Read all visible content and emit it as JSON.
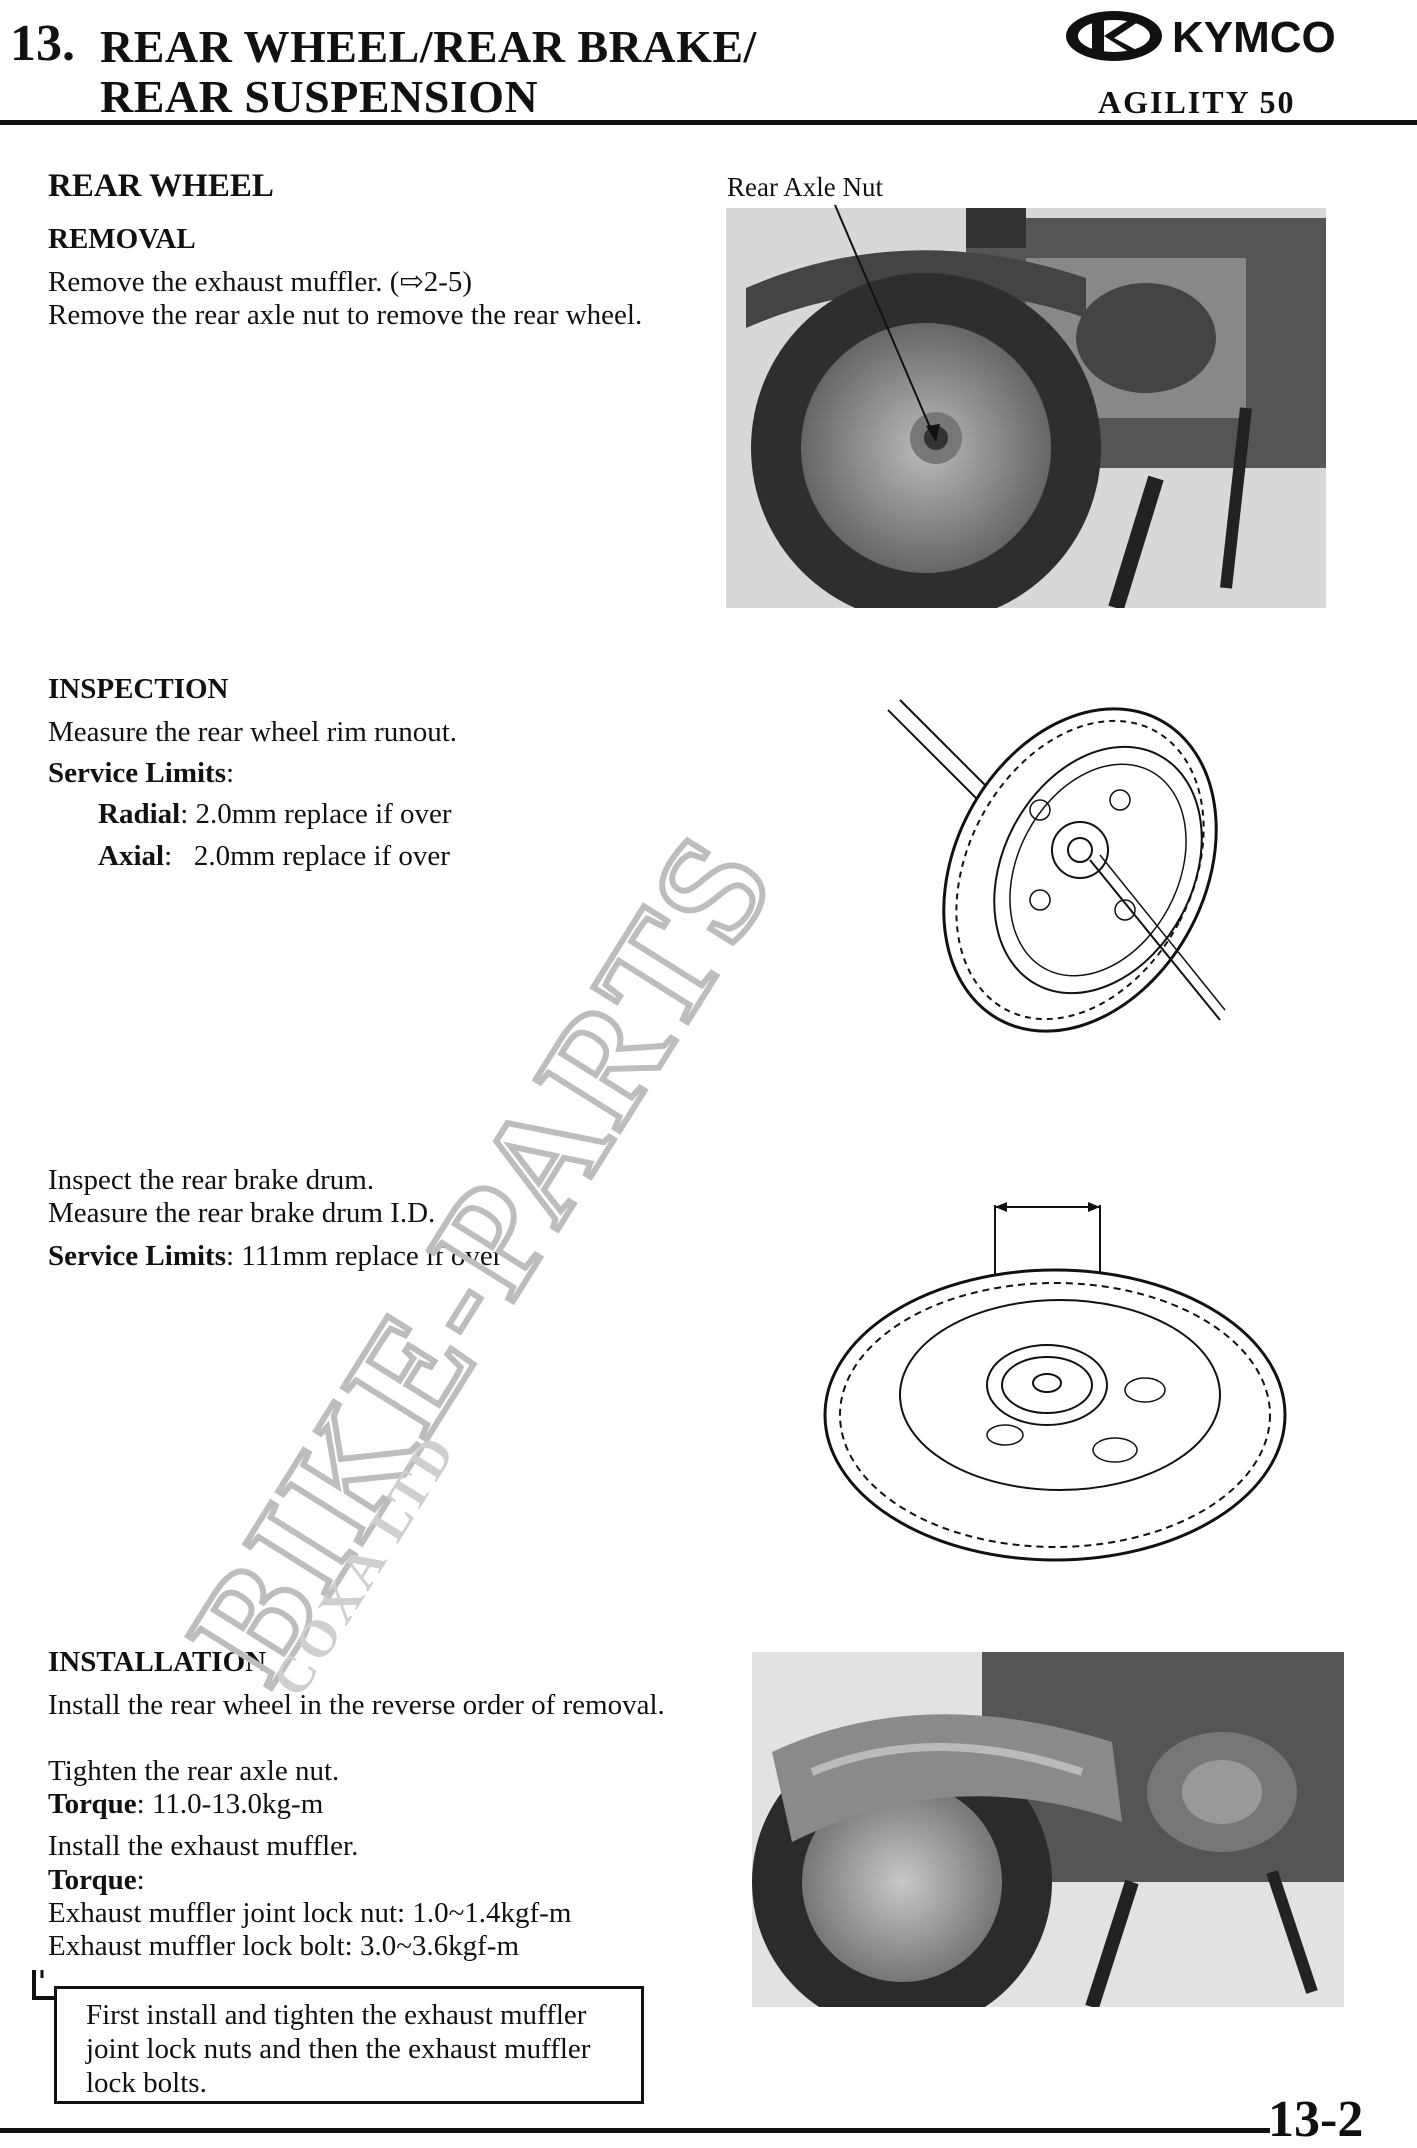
{
  "header": {
    "chapter_number": "13.",
    "title_line1": "REAR WHEEL/REAR BRAKE/",
    "title_line2": "REAR SUSPENSION",
    "brand": "KYMCO",
    "model": "AGILITY 50"
  },
  "rear_wheel": {
    "heading": "REAR WHEEL",
    "removal": {
      "heading": "REMOVAL",
      "line1": "Remove the exhaust muffler. (⇨2-5)",
      "line2": "Remove the rear axle nut to remove the rear wheel."
    },
    "figure_label": "Rear Axle Nut"
  },
  "inspection": {
    "heading": "INSPECTION",
    "line1": "Measure the rear wheel rim runout.",
    "service_limits_label": "Service Limits",
    "radial_label": "Radial",
    "radial_value": "2.0mm replace if over",
    "axial_label": "Axial",
    "axial_value": "2.0mm replace if over",
    "drum_line1": "Inspect the rear brake drum.",
    "drum_line2": "Measure the rear brake drum I.D.",
    "drum_limit_label": "Service Limits",
    "drum_limit_value": ": 111mm replace if over"
  },
  "installation": {
    "heading": "INSTALLATION",
    "line1": "Install the rear wheel in the reverse order of removal.",
    "line2": "Tighten the rear axle nut.",
    "torque_label": "Torque",
    "torque_value": ": 11.0-13.0kg-m",
    "line3": "Install the exhaust muffler.",
    "torque2_label": "Torque",
    "spec1": "Exhaust muffler joint lock nut: 1.0~1.4kgf-m",
    "spec2": "Exhaust muffler lock bolt: 3.0~3.6kgf-m",
    "note": "First install and tighten the exhaust muffler joint lock nuts and then the exhaust muffler lock bolts."
  },
  "watermark": {
    "line1": "BIKE-PARTS",
    "line2": "COXA LTD"
  },
  "footer": {
    "page_number": "13-2"
  }
}
